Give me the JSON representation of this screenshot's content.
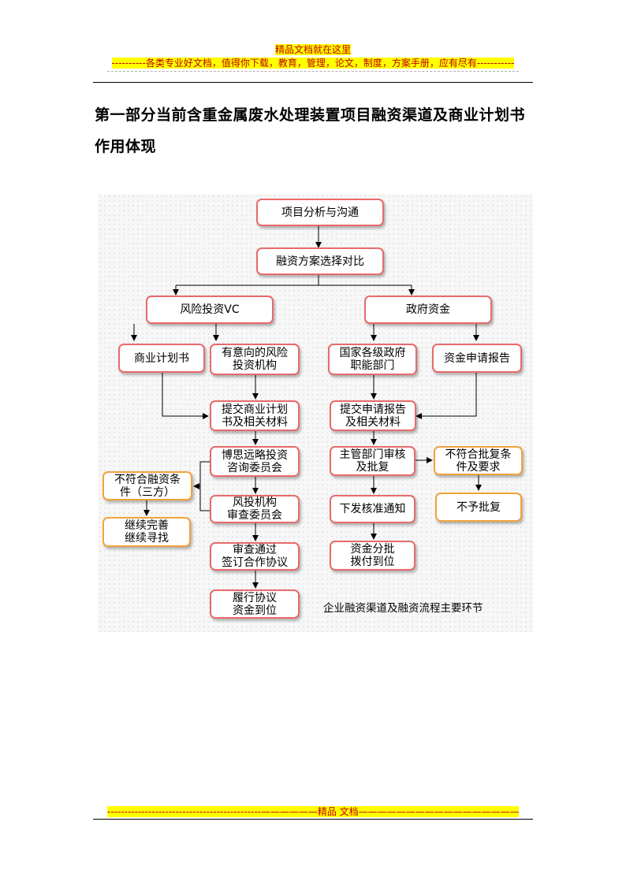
{
  "header": {
    "top": "精品文档就在这里",
    "line": "----------各类专业好文档，值得你下载，教育，管理，论文，制度，方案手册，应有尽有-----------"
  },
  "title": "第一部分当前含重金属废水处理装置项目融资渠道及商业计划书作用体现",
  "flowchart": {
    "nodes": {
      "n1": "项目分析与沟通",
      "n2": "融资方案选择对比",
      "vc": "风险投资VC",
      "gov": "政府资金",
      "bp": "商业计划书",
      "inst": "有意向的风险\n投资机构",
      "govdept": "国家各级政府\n职能部门",
      "report": "资金申请报告",
      "submit_bp": "提交商业计划\n书及相关材料",
      "submit_rep": "提交申请报告\n及相关材料",
      "bosi": "博思远略投资\n咨询委员会",
      "reject3": "不符合融资条\n件（三方）",
      "review": "主管部门审核\n及批复",
      "notmet": "不符合批复条\n件及要求",
      "continue": "继续完善\n继续寻找",
      "committee": "风投机构\n审查委员会",
      "notice": "下发核准通知",
      "deny": "不予批复",
      "sign": "审查通过\n签订合作协议",
      "fund": "资金分批\n拨付到位",
      "fulfill": "履行协议\n资金到位"
    },
    "caption": "企业融资渠道及融资流程主要环节",
    "colors": {
      "red": "#e86a6a",
      "orange": "#f2a23a"
    }
  },
  "footer": {
    "line": "---------------------------------------------——————精品   文档——————————————————————————————————————————"
  }
}
